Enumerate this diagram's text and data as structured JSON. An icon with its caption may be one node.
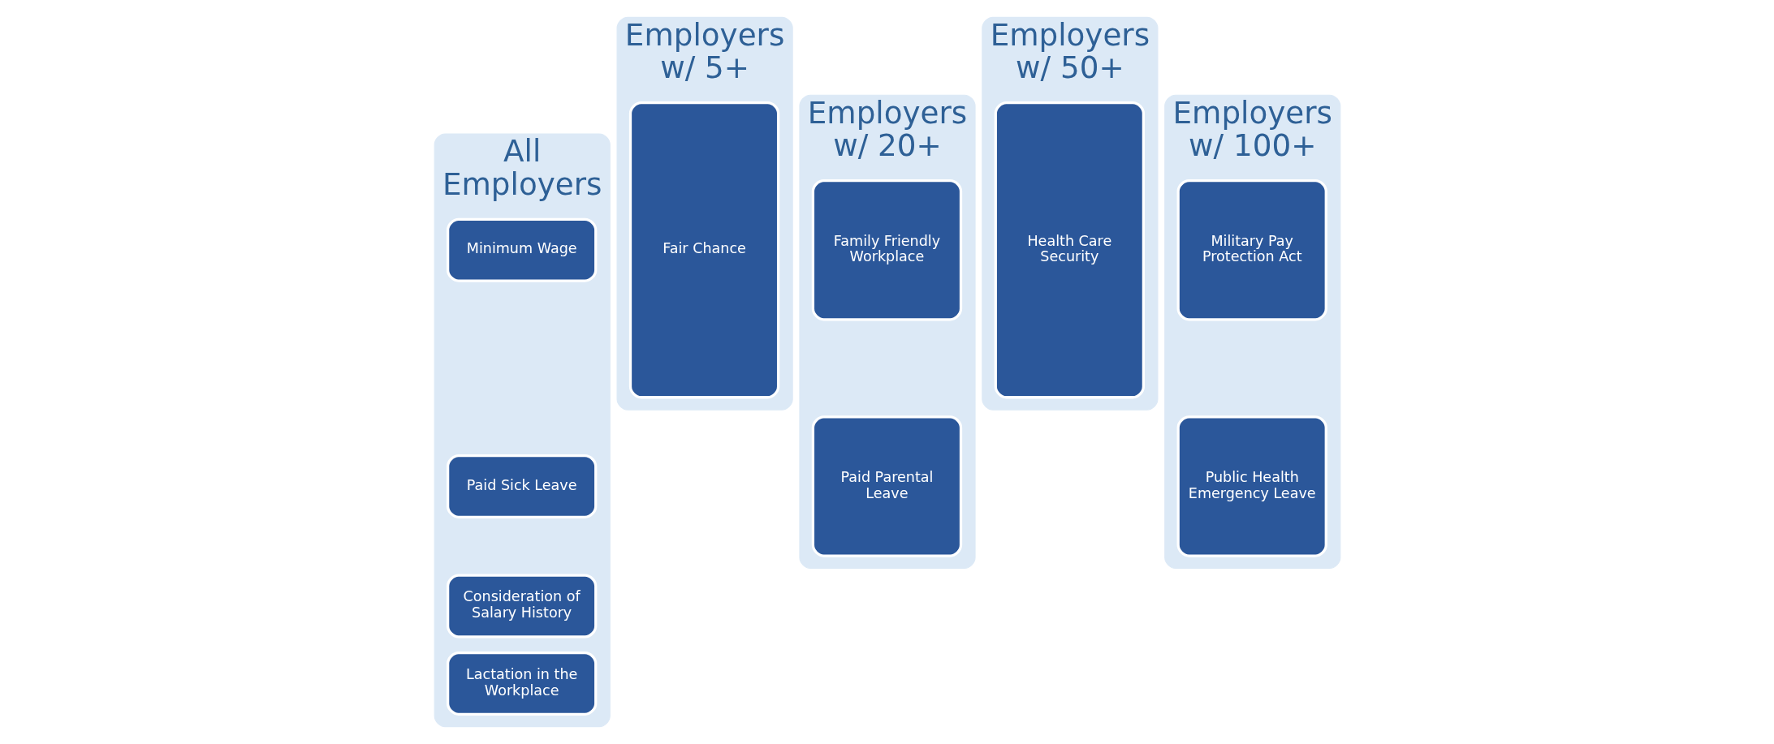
{
  "diagram": {
    "nodes": [
      {
        "text": [
          "All Employers"
        ]
      },
      {
        "text": [
          "Minimum Wage"
        ],
        "in": 0
      },
      {
        "text": [
          "Paid Sick Leave"
        ],
        "in": 0
      },
      {
        "text": [
          "Consideration of Salary History"
        ],
        "in": 0
      },
      {
        "text": [
          "Lactation in the Workplace"
        ],
        "in": 0
      },
      {
        "text": [
          "Employers w/ 5+"
        ]
      },
      {
        "text": [
          "Fair Chance"
        ],
        "in": 5
      },
      {
        "text": [
          "Employers w/ 20+"
        ]
      },
      {
        "text": [
          "Family Friendly Workplace"
        ],
        "in": 7
      },
      {
        "text": [
          "Paid Parental Leave"
        ],
        "in": 7
      },
      {
        "text": [
          "Employers w/ 50+"
        ]
      },
      {
        "text": [
          "Health Care Security"
        ],
        "in": 10
      },
      {
        "text": [
          "Employers w/ 100+"
        ]
      },
      {
        "text": [
          "Military Pay Protection Act"
        ],
        "in": 12
      },
      {
        "text": [
          "Public Health Emergency Leave"
        ],
        "in": 12
      }
    ],
    "edges": []
  }
}
